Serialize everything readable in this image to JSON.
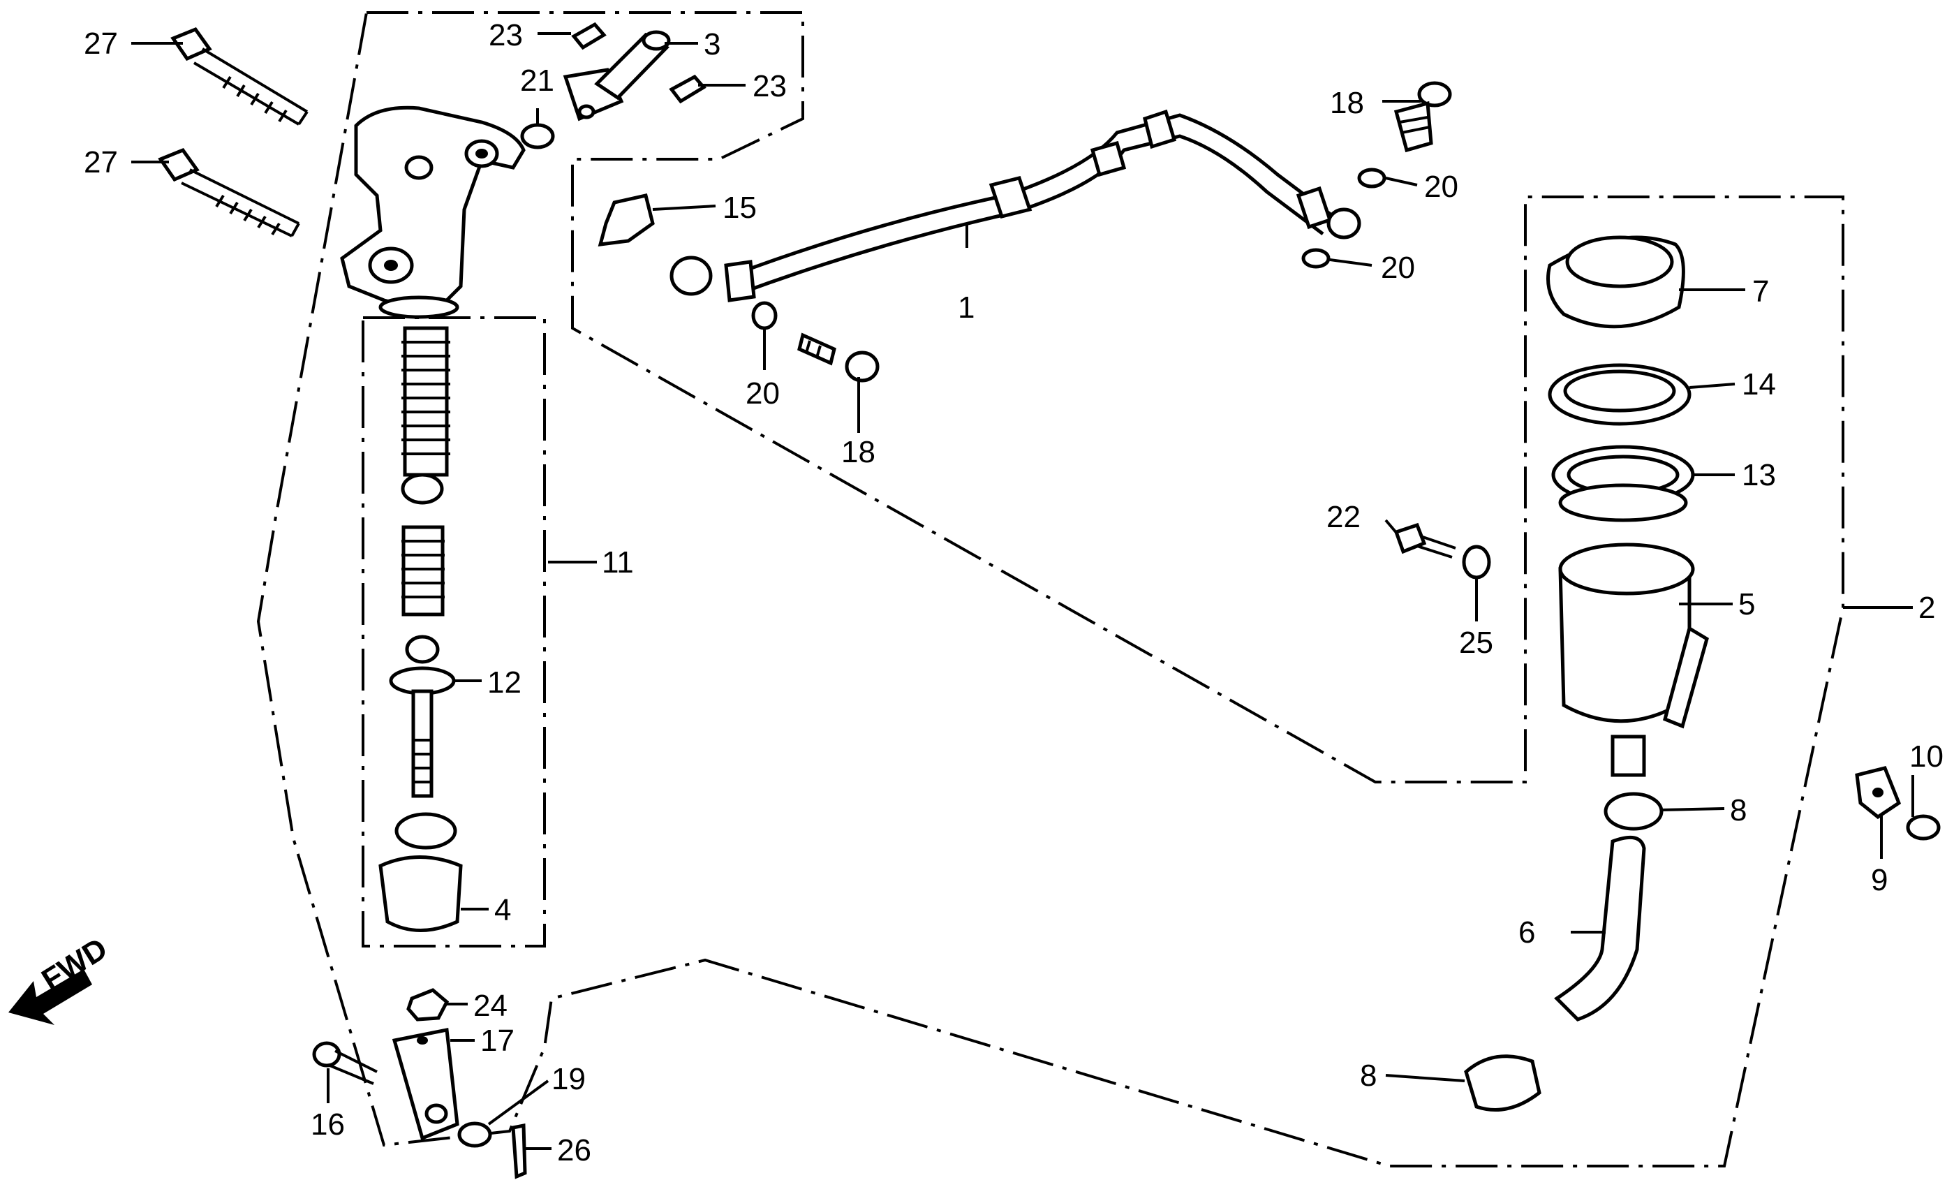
{
  "labels": {
    "p1": "1",
    "p2": "2",
    "p3": "3",
    "p4": "4",
    "p5": "5",
    "p6": "6",
    "p7": "7",
    "p8a": "8",
    "p8b": "8",
    "p9": "9",
    "p10": "10",
    "p11": "11",
    "p12": "12",
    "p13": "13",
    "p14": "14",
    "p15": "15",
    "p16": "16",
    "p17": "17",
    "p18a": "18",
    "p18b": "18",
    "p19": "19",
    "p20a": "20",
    "p20b": "20",
    "p20c": "20",
    "p21": "21",
    "p22": "22",
    "p23a": "23",
    "p23b": "23",
    "p24": "24",
    "p25": "25",
    "p26": "26",
    "p27a": "27",
    "p27b": "27"
  },
  "fwd_label": "FWD",
  "colors": {
    "ink": "#000000",
    "paper": "#ffffff"
  }
}
